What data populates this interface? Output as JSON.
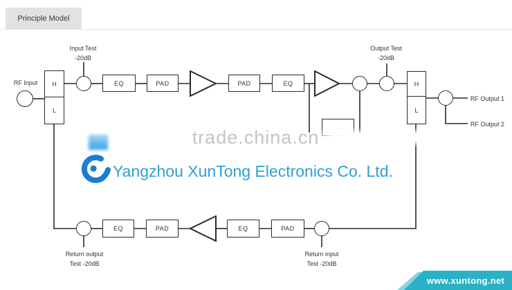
{
  "tab": {
    "label": "Principle Model"
  },
  "watermark": {
    "text": "trade.china.cn"
  },
  "logo": {
    "company": "Yangzhou XunTong Electronics Co. Ltd."
  },
  "banner": {
    "text": "www.xuntong.net"
  },
  "colors": {
    "banner_teal": "#29b1c6",
    "banner_light_edge": "#8ad2de",
    "logo_blue": "#1b7ed0",
    "company_text_blue": "#2e9fd4",
    "watermark_gray": "#c4c4c4",
    "wire_color": "#2a2a2a",
    "tab_bg": "#e2e2e2"
  },
  "diagram": {
    "labels": {
      "rf_input": "RF Input",
      "input_test_line1": "Input Test",
      "input_test_line2": "-20dB",
      "output_test_line1": "Output Test",
      "output_test_line2": "-20dB",
      "rf_output_1": "RF Output 1",
      "rf_output_2": "RF Output 2",
      "return_output_line1": "Return output",
      "return_output_line2": "Test -20dB",
      "return_input_line1": "Return input",
      "return_input_line2": "Test -20dB"
    },
    "diplexer_left": {
      "top": "H",
      "bottom": "L"
    },
    "diplexer_right": {
      "top": "H",
      "bottom": "L"
    },
    "boxes": {
      "fwd_eq1": "EQ",
      "fwd_pad1": "PAD",
      "fwd_pad2": "PAD",
      "fwd_eq2": "EQ",
      "feedback": "...",
      "ret_eq1": "EQ",
      "ret_pad1": "PAD",
      "ret_eq2": "EQ",
      "ret_pad2": "PAD"
    }
  }
}
